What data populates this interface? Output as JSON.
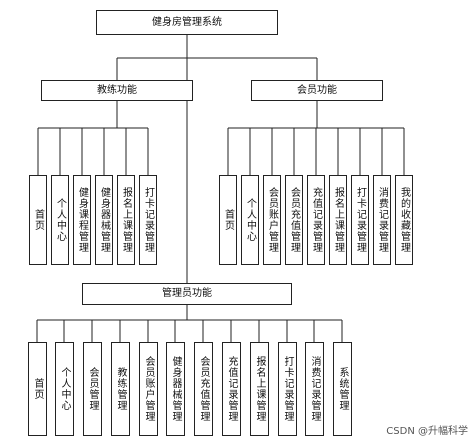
{
  "root": {
    "label": "健身房管理系统"
  },
  "coach": {
    "label": "教练功能",
    "items": [
      "首页",
      "个人中心",
      "健身课程管理",
      "健身器械管理",
      "报名上课管理",
      "打卡记录管理"
    ]
  },
  "member": {
    "label": "会员功能",
    "items": [
      "首页",
      "个人中心",
      "会员账户管理",
      "会员充值管理",
      "充值记录管理",
      "报名上课管理",
      "打卡记录管理",
      "消费记录管理",
      "我的收藏管理"
    ]
  },
  "admin": {
    "label": "管理员功能",
    "items": [
      "首页",
      "个人中心",
      "会员管理",
      "教练管理",
      "会员账户管理",
      "健身器械管理",
      "会员充值管理",
      "充值记录管理",
      "报名上课管理",
      "打卡记录管理",
      "消费记录管理",
      "系统管理"
    ]
  },
  "watermark": "CSDN @升幅科学"
}
